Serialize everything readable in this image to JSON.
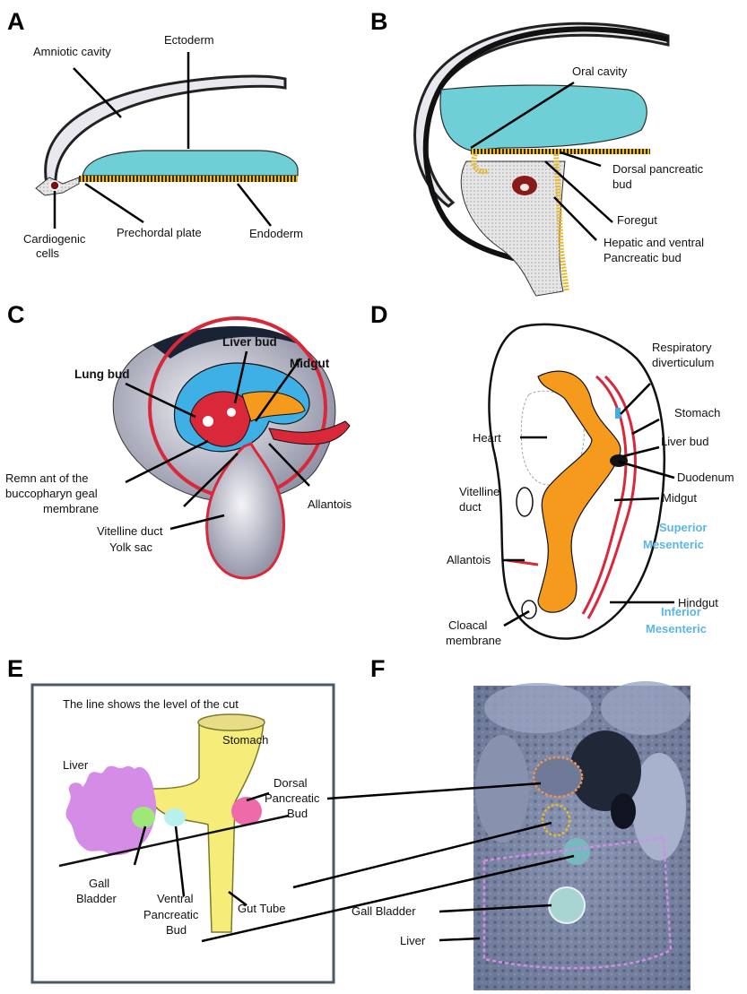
{
  "panels": {
    "a": {
      "letter": "A",
      "labels": {
        "amniotic_cavity": "Amniotic cavity",
        "ectoderm": "Ectoderm",
        "cardiogenic_1": "Cardiogenic",
        "cardiogenic_2": "cells",
        "prechordal_plate": "Prechordal plate",
        "endoderm": "Endoderm"
      }
    },
    "b": {
      "letter": "B",
      "labels": {
        "oral_cavity": "Oral cavity",
        "dorsal_1": "Dorsal pancreatic",
        "dorsal_2": "bud",
        "foregut": "Foregut",
        "hepatic_1": "Hepatic and ventral",
        "hepatic_2": "Pancreatic bud"
      }
    },
    "c": {
      "letter": "C",
      "labels": {
        "liver_bud": "Liver bud",
        "midgut": "Midgut",
        "lung_bud": "Lung bud",
        "remnant_1": "Remn ant of the",
        "remnant_2": "buccopharyn geal",
        "remnant_3": "membrane",
        "allantois": "Allantois",
        "vitelline_duct": "Vitelline duct",
        "yolk_sac": "Yolk sac"
      }
    },
    "d": {
      "letter": "D",
      "labels": {
        "respiratory_1": "Respiratory",
        "respiratory_2": "diverticulum",
        "stomach": "Stomach",
        "heart": "Heart",
        "liver_bud": "Liver bud",
        "duodenum": "Duodenum",
        "vitelline_1": "Vitelline",
        "vitelline_2": "duct",
        "midgut": "Midgut",
        "superior_1": "Superior",
        "superior_2": "Mesenteric",
        "allantois": "Allantois",
        "hindgut": "Hindgut",
        "inferior_1": "Inferior",
        "inferior_2": "Mesenteric",
        "cloacal_1": "Cloacal",
        "cloacal_2": "membrane"
      }
    },
    "e": {
      "letter": "E",
      "labels": {
        "caption": "The line shows the level of the cut",
        "stomach": "Stomach",
        "liver": "Liver",
        "dorsal_1": "Dorsal",
        "dorsal_2": "Pancreatic",
        "dorsal_3": "Bud",
        "gall_1": "Gall",
        "gall_2": "Bladder",
        "ventral_1": "Ventral",
        "ventral_2": "Pancreatic",
        "ventral_3": "Bud",
        "gut_tube": "Gut Tube"
      }
    },
    "f": {
      "letter": "F",
      "labels": {
        "gall_bladder": "Gall Bladder",
        "liver": "Liver"
      }
    }
  },
  "colors": {
    "cavity": "#6ecfd6",
    "endoderm_stripe": "#e8b830",
    "red": "#d8283a",
    "blue": "#3fb0e6",
    "orange": "#f59a1c",
    "liver_purple": "#d58ce6",
    "gut_yellow": "#f5ec7a",
    "pink_bud": "#ee6aa8",
    "micrograph": "#7f8ba8"
  }
}
